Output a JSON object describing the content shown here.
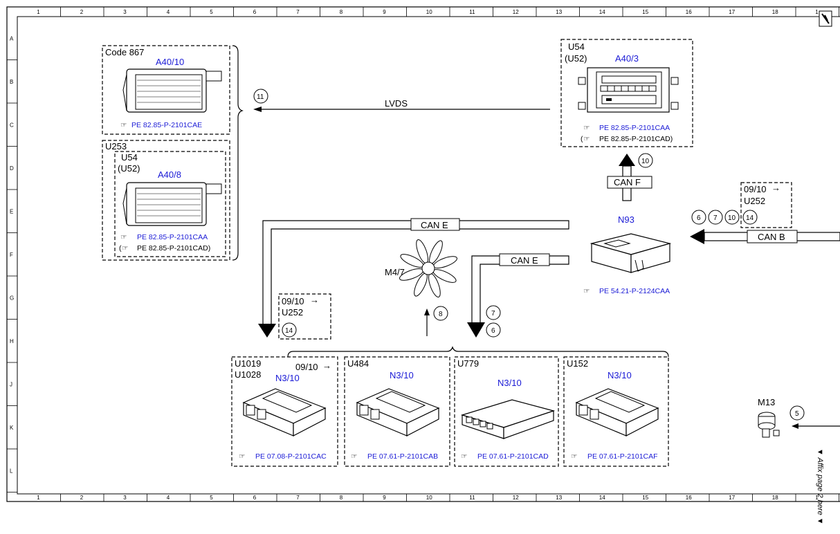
{
  "grid": {
    "columns": [
      "1",
      "2",
      "3",
      "4",
      "5",
      "6",
      "7",
      "8",
      "9",
      "10",
      "11",
      "12",
      "13",
      "14",
      "15",
      "16",
      "17",
      "18",
      "1"
    ],
    "rows": [
      "A",
      "B",
      "C",
      "D",
      "E",
      "F",
      "G",
      "H",
      "J",
      "K",
      "L"
    ]
  },
  "components": {
    "code867": {
      "group": "Code 867",
      "id": "A40/10",
      "ref": "PE 82.85-P-2101CAE"
    },
    "u253": {
      "group": "U253",
      "sub1": "U54",
      "sub2": "(U52)",
      "id": "A40/8",
      "ref1": "PE 82.85-P-2101CAA",
      "ref2_prefix": "(",
      "ref2": "PE 82.85-P-2101CAD)"
    },
    "a40_3": {
      "line1": "U54",
      "line2": "(U52)",
      "id": "A40/3",
      "ref1": "PE 82.85-P-2101CAA",
      "ref2_prefix": "(",
      "ref2": "PE 82.85-P-2101CAD)"
    },
    "n93": {
      "id": "N93",
      "ref": "PE 54.21-P-2124CAA"
    },
    "m4_7": {
      "id": "M4/7"
    },
    "m13": {
      "id": "M13"
    },
    "u252_right": {
      "line1": "09/10",
      "line2": "U252"
    },
    "u252_mid": {
      "line1": "09/10",
      "line2": "U252"
    },
    "ecus": [
      {
        "line1": "U1019",
        "line2": "U1028",
        "extra": "09/10",
        "id": "N3/10",
        "ref": "PE 07.08-P-2101CAC"
      },
      {
        "line1": "U484",
        "line2": "",
        "extra": "",
        "id": "N3/10",
        "ref": "PE 07.61-P-2101CAB"
      },
      {
        "line1": "U779",
        "line2": "",
        "extra": "",
        "id": "N3/10",
        "ref": "PE 07.61-P-2101CAD"
      },
      {
        "line1": "U152",
        "line2": "",
        "extra": "",
        "id": "N3/10",
        "ref": "PE 07.61-P-2101CAF"
      }
    ]
  },
  "buses": {
    "lvds": "LVDS",
    "can_f": "CAN F",
    "can_e1": "CAN E",
    "can_e2": "CAN E",
    "can_b": "CAN B"
  },
  "markers": [
    "11",
    "10",
    "6",
    "7",
    "10",
    "14",
    "14",
    "8",
    "7",
    "6",
    "5"
  ],
  "affix_note": "▼ Affix page 2 here ▼",
  "colors": {
    "component_id": "#1a1ad6",
    "line": "#000000"
  }
}
